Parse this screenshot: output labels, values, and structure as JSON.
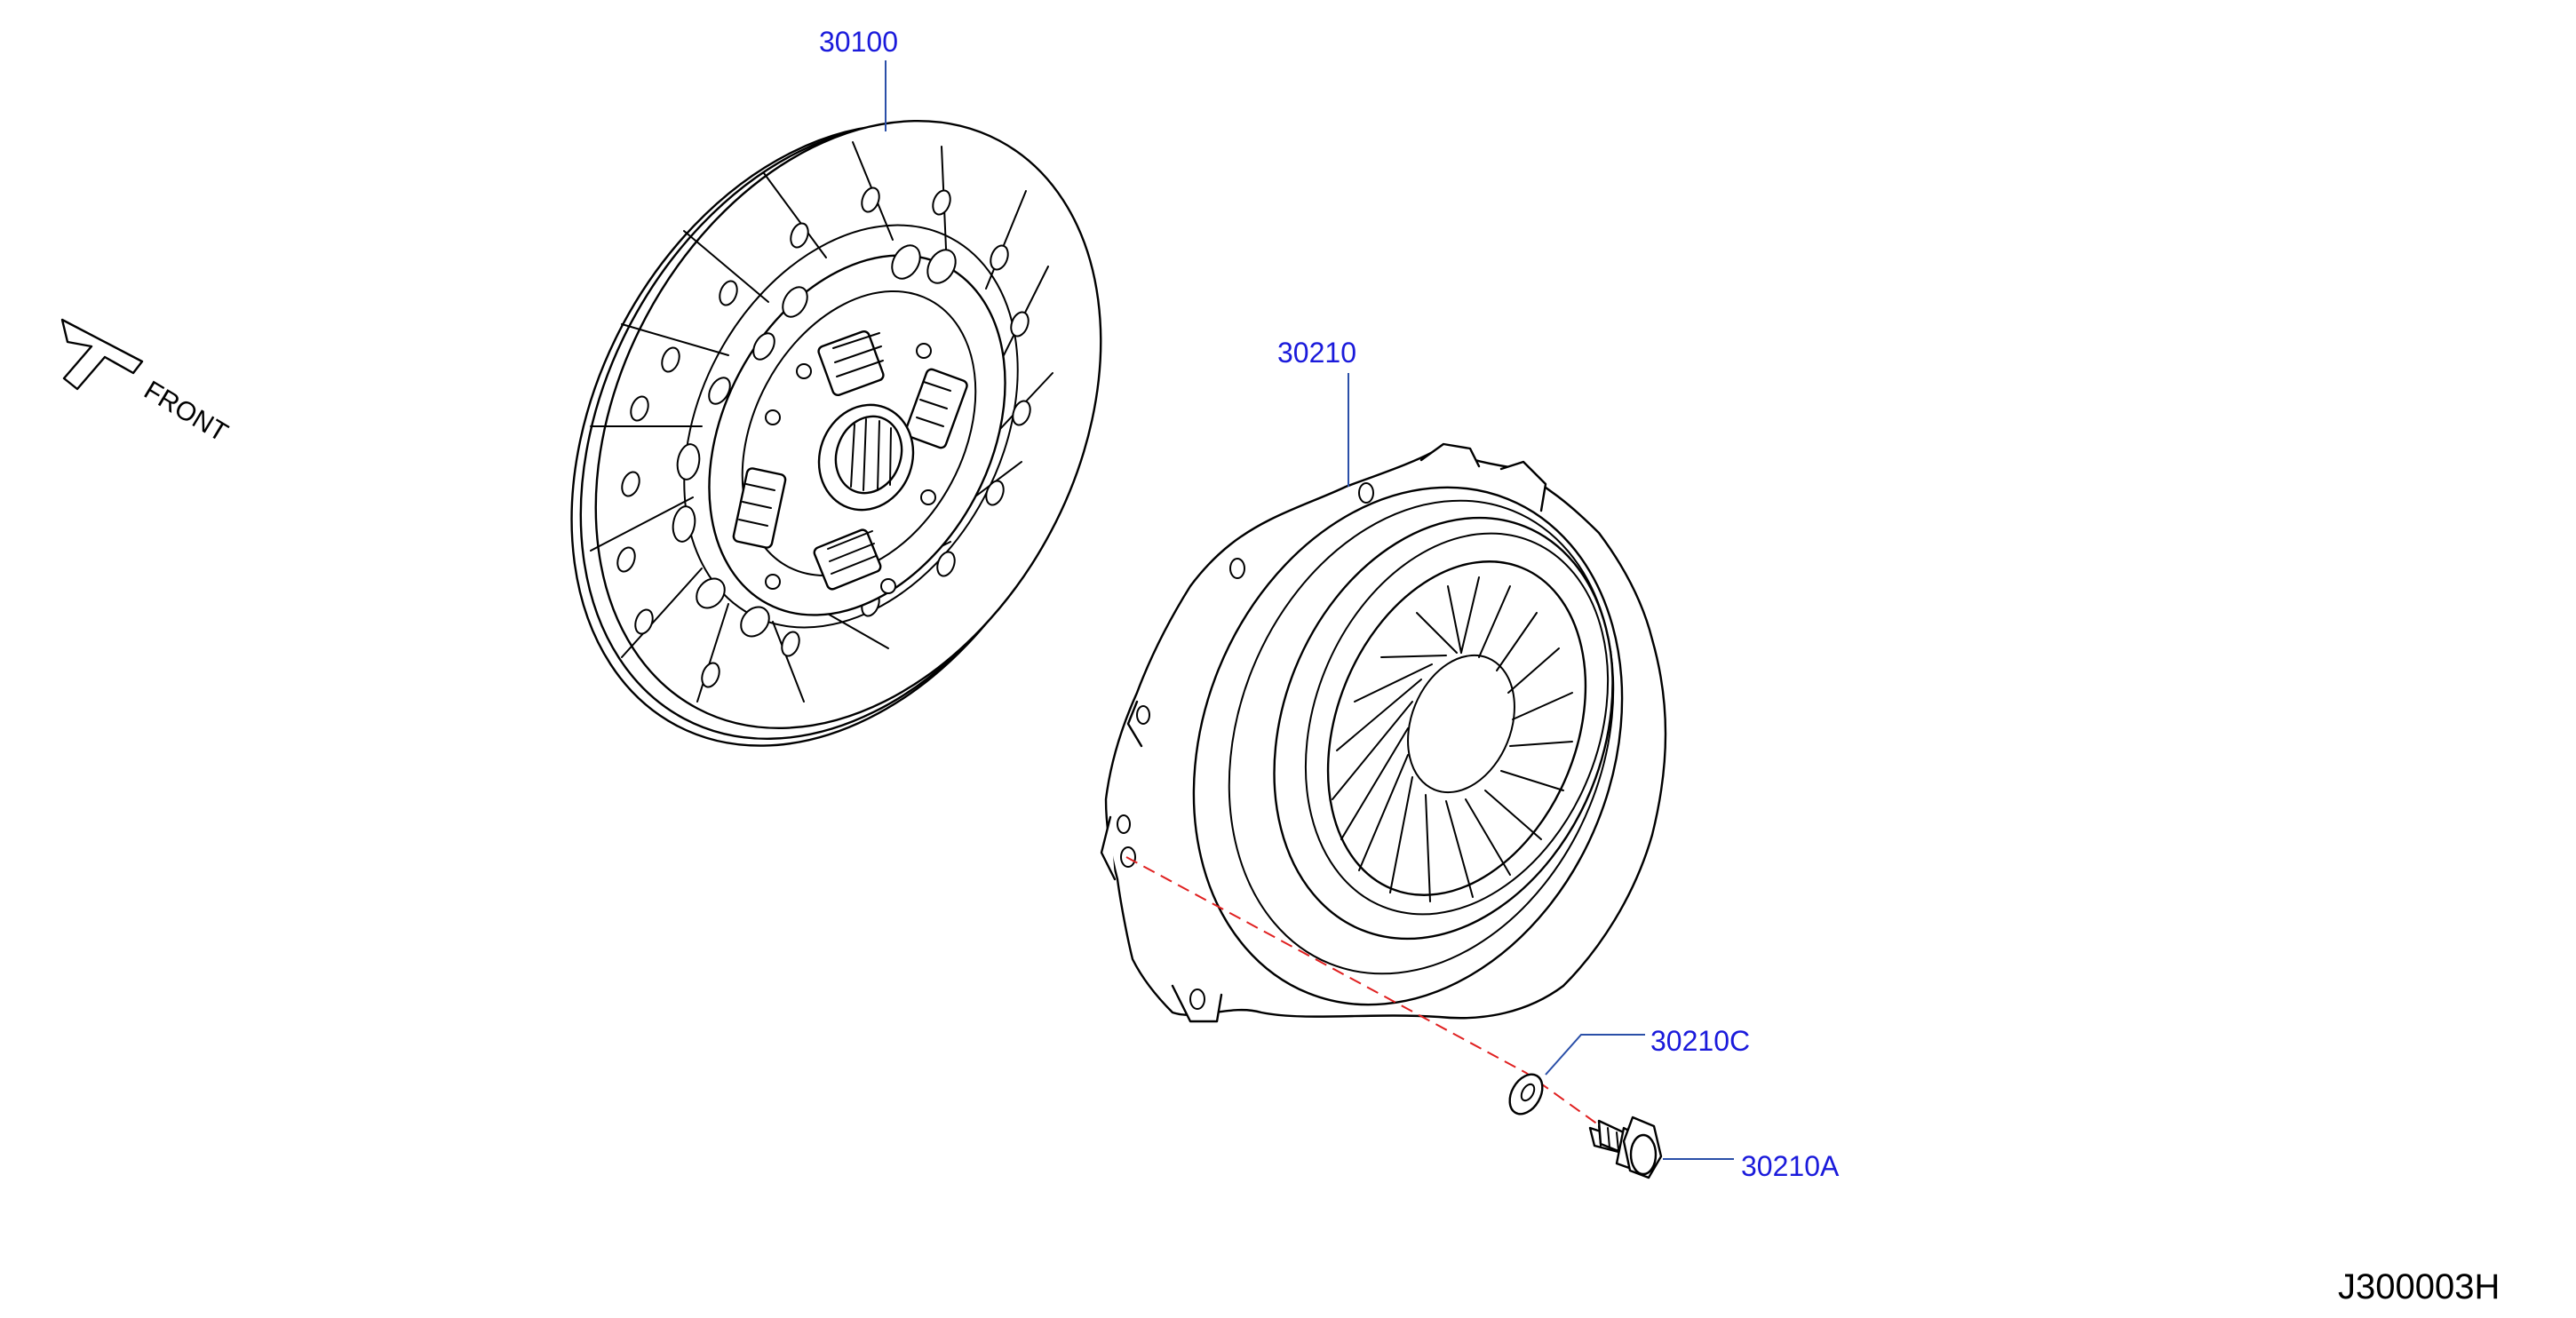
{
  "diagram": {
    "orientation_label": "FRONT",
    "drawing_code": "J300003H",
    "parts": [
      {
        "number": "30100"
      },
      {
        "number": "30210"
      },
      {
        "number": "30210C"
      },
      {
        "number": "30210A"
      }
    ],
    "colors": {
      "callout_text": "#1a1adb",
      "leader_line": "#2a4fa8",
      "line_art": "#000000",
      "alignment_line": "#e02020"
    }
  }
}
